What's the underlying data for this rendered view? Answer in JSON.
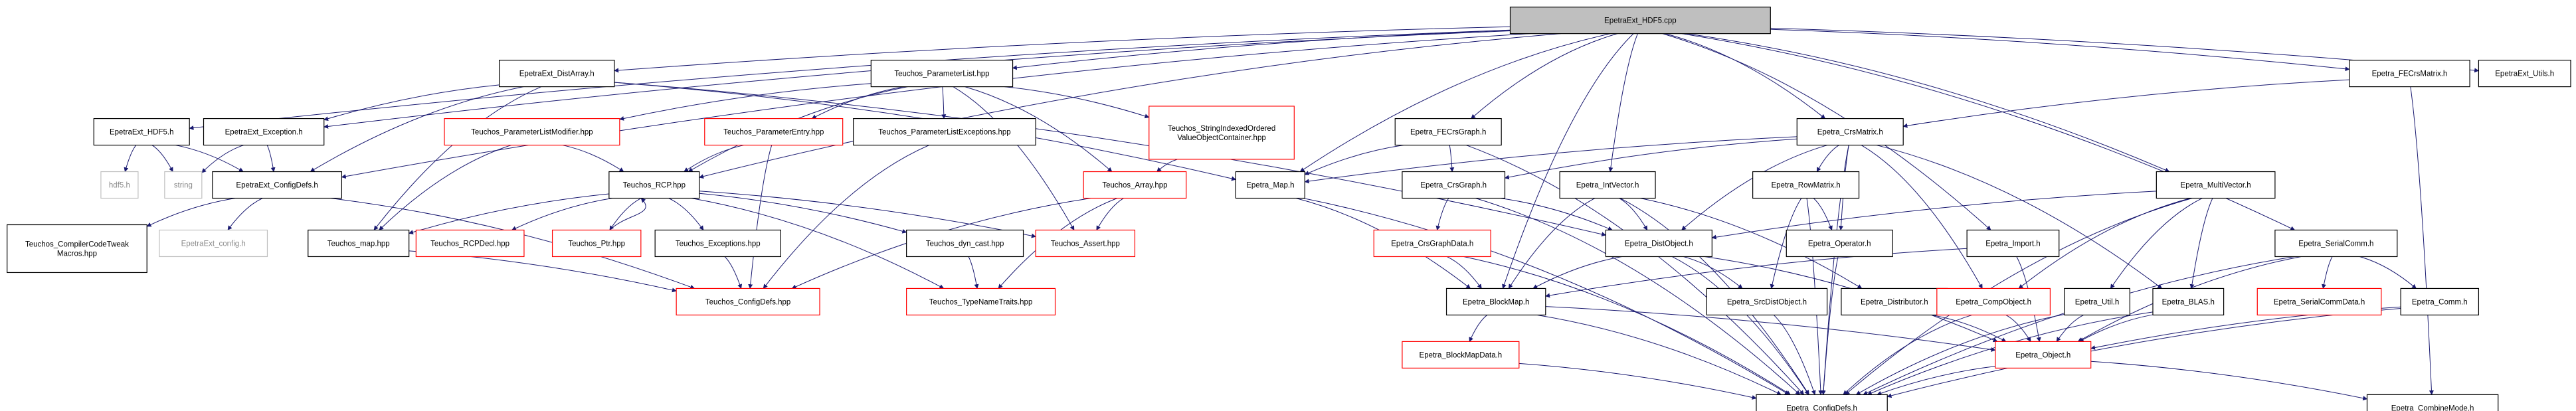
{
  "colors": {
    "edge": "#191970",
    "box_normal": "#000000",
    "box_missing": "#ff0000",
    "box_none": "#bfbfbf",
    "root_fill": "#bfbfbf",
    "text": "#000000",
    "text_none": "#8a8a8a"
  },
  "nodes": {
    "root": {
      "label": "EpetraExt_HDF5.cpp",
      "style": "root"
    },
    "epetraext_distarray": {
      "label": "EpetraExt_DistArray.h",
      "style": "normal"
    },
    "teuchos_parameterlist": {
      "label": "Teuchos_ParameterList.hpp",
      "style": "normal"
    },
    "epetra_fecrsmatrix": {
      "label": "Epetra_FECrsMatrix.h",
      "style": "normal"
    },
    "epetraext_utils": {
      "label": "EpetraExt_Utils.h",
      "style": "normal"
    },
    "epetraext_hdf5_h": {
      "label": "EpetraExt_HDF5.h",
      "style": "normal"
    },
    "epetraext_exception": {
      "label": "EpetraExt_Exception.h",
      "style": "normal"
    },
    "teuchos_plmodifier": {
      "label": "Teuchos_ParameterListModifier.hpp",
      "style": "missing"
    },
    "teuchos_paramentry": {
      "label": "Teuchos_ParameterEntry.hpp",
      "style": "missing"
    },
    "teuchos_plexceptions": {
      "label": "Teuchos_ParameterListExceptions.hpp",
      "style": "normal"
    },
    "teuchos_stringindexed": {
      "label": "Teuchos_StringIndexedOrdered",
      "label2": "ValueObjectContainer.hpp",
      "style": "missing"
    },
    "epetra_fecrsgraph": {
      "label": "Epetra_FECrsGraph.h",
      "style": "normal"
    },
    "epetra_crsmatrix": {
      "label": "Epetra_CrsMatrix.h",
      "style": "normal"
    },
    "hdf5": {
      "label": "hdf5.h",
      "style": "none"
    },
    "string": {
      "label": "string",
      "style": "none"
    },
    "epetraext_configdefs": {
      "label": "EpetraExt_ConfigDefs.h",
      "style": "normal"
    },
    "teuchos_rcp": {
      "label": "Teuchos_RCP.hpp",
      "style": "normal"
    },
    "teuchos_array": {
      "label": "Teuchos_Array.hpp",
      "style": "missing"
    },
    "epetra_map": {
      "label": "Epetra_Map.h",
      "style": "normal"
    },
    "epetra_crsgraph": {
      "label": "Epetra_CrsGraph.h",
      "style": "normal"
    },
    "epetra_intvector": {
      "label": "Epetra_IntVector.h",
      "style": "normal"
    },
    "epetra_rowmatrix": {
      "label": "Epetra_RowMatrix.h",
      "style": "normal"
    },
    "epetra_multivector": {
      "label": "Epetra_MultiVector.h",
      "style": "normal"
    },
    "teuchos_compilercodetweak": {
      "label": "Teuchos_CompilerCodeTweak",
      "label2": "Macros.hpp",
      "style": "normal"
    },
    "epetraext_config": {
      "label": "EpetraExt_config.h",
      "style": "none"
    },
    "teuchos_map": {
      "label": "Teuchos_map.hpp",
      "style": "normal"
    },
    "teuchos_rcpdecl": {
      "label": "Teuchos_RCPDecl.hpp",
      "style": "missing"
    },
    "teuchos_ptr": {
      "label": "Teuchos_Ptr.hpp",
      "style": "missing"
    },
    "teuchos_exceptions": {
      "label": "Teuchos_Exceptions.hpp",
      "style": "normal"
    },
    "teuchos_dyn_cast": {
      "label": "Teuchos_dyn_cast.hpp",
      "style": "normal"
    },
    "teuchos_assert": {
      "label": "Teuchos_Assert.hpp",
      "style": "missing"
    },
    "epetra_crsgraphdata": {
      "label": "Epetra_CrsGraphData.h",
      "style": "missing"
    },
    "epetra_distobject": {
      "label": "Epetra_DistObject.h",
      "style": "normal"
    },
    "epetra_operator": {
      "label": "Epetra_Operator.h",
      "style": "normal"
    },
    "epetra_import": {
      "label": "Epetra_Import.h",
      "style": "normal"
    },
    "epetra_serialcomm": {
      "label": "Epetra_SerialComm.h",
      "style": "normal"
    },
    "teuchos_configdefs": {
      "label": "Teuchos_ConfigDefs.hpp",
      "style": "missing"
    },
    "teuchos_typenametraits": {
      "label": "Teuchos_TypeNameTraits.hpp",
      "style": "missing"
    },
    "epetra_blockmap": {
      "label": "Epetra_BlockMap.h",
      "style": "normal"
    },
    "epetra_srcdistobject": {
      "label": "Epetra_SrcDistObject.h",
      "style": "normal"
    },
    "epetra_distributor": {
      "label": "Epetra_Distributor.h",
      "style": "normal"
    },
    "epetra_compobject": {
      "label": "Epetra_CompObject.h",
      "style": "missing"
    },
    "epetra_util": {
      "label": "Epetra_Util.h",
      "style": "normal"
    },
    "epetra_blas": {
      "label": "Epetra_BLAS.h",
      "style": "normal"
    },
    "epetra_serialcommdata": {
      "label": "Epetra_SerialCommData.h",
      "style": "missing"
    },
    "epetra_comm": {
      "label": "Epetra_Comm.h",
      "style": "normal"
    },
    "epetra_blockmapdata": {
      "label": "Epetra_BlockMapData.h",
      "style": "missing"
    },
    "epetra_object": {
      "label": "Epetra_Object.h",
      "style": "missing"
    },
    "epetra_configdefs": {
      "label": "Epetra_ConfigDefs.h",
      "style": "normal"
    },
    "epetra_combinemode": {
      "label": "Epetra_CombineMode.h",
      "style": "normal"
    }
  },
  "edges": [
    [
      "root",
      "epetraext_distarray"
    ],
    [
      "root",
      "teuchos_parameterlist"
    ],
    [
      "root",
      "epetra_fecrsmatrix"
    ],
    [
      "root",
      "epetraext_utils"
    ],
    [
      "root",
      "epetraext_hdf5_h"
    ],
    [
      "root",
      "epetraext_exception"
    ],
    [
      "root",
      "epetraext_configdefs"
    ],
    [
      "root",
      "teuchos_rcp"
    ],
    [
      "root",
      "epetra_map"
    ],
    [
      "root",
      "epetra_fecrsgraph"
    ],
    [
      "root",
      "epetra_crsmatrix"
    ],
    [
      "root",
      "epetra_intvector"
    ],
    [
      "root",
      "epetra_multivector"
    ],
    [
      "root",
      "epetra_import"
    ],
    [
      "root",
      "epetra_serialcomm"
    ],
    [
      "root",
      "epetra_blockmap"
    ],
    [
      "epetraext_distarray",
      "epetraext_exception"
    ],
    [
      "epetraext_distarray",
      "epetraext_configdefs"
    ],
    [
      "epetraext_distarray",
      "epetra_map"
    ],
    [
      "epetraext_distarray",
      "epetra_distobject"
    ],
    [
      "epetraext_distarray",
      "teuchos_map"
    ],
    [
      "teuchos_parameterlist",
      "teuchos_plmodifier"
    ],
    [
      "teuchos_parameterlist",
      "teuchos_paramentry"
    ],
    [
      "teuchos_parameterlist",
      "teuchos_plexceptions"
    ],
    [
      "teuchos_parameterlist",
      "teuchos_stringindexed"
    ],
    [
      "teuchos_parameterlist",
      "teuchos_rcp"
    ],
    [
      "teuchos_parameterlist",
      "teuchos_assert"
    ],
    [
      "teuchos_parameterlist",
      "teuchos_array"
    ],
    [
      "epetra_fecrsmatrix",
      "epetra_crsmatrix"
    ],
    [
      "epetra_fecrsmatrix",
      "epetra_combinemode"
    ],
    [
      "epetraext_hdf5_h",
      "hdf5"
    ],
    [
      "epetraext_hdf5_h",
      "string"
    ],
    [
      "epetraext_hdf5_h",
      "epetraext_configdefs"
    ],
    [
      "epetraext_exception",
      "string"
    ],
    [
      "epetraext_exception",
      "epetraext_configdefs"
    ],
    [
      "teuchos_plmodifier",
      "teuchos_rcp"
    ],
    [
      "teuchos_plmodifier",
      "teuchos_map"
    ],
    [
      "teuchos_paramentry",
      "teuchos_rcp"
    ],
    [
      "teuchos_paramentry",
      "teuchos_configdefs"
    ],
    [
      "teuchos_plexceptions",
      "teuchos_configdefs"
    ],
    [
      "teuchos_stringindexed",
      "teuchos_array"
    ],
    [
      "epetra_fecrsgraph",
      "epetra_crsgraph"
    ],
    [
      "epetra_fecrsgraph",
      "epetra_map"
    ],
    [
      "epetra_fecrsgraph",
      "epetra_configdefs"
    ],
    [
      "epetra_crsmatrix",
      "epetra_map"
    ],
    [
      "epetra_crsmatrix",
      "epetra_crsgraph"
    ],
    [
      "epetra_crsmatrix",
      "epetra_rowmatrix"
    ],
    [
      "epetra_crsmatrix",
      "epetra_distobject"
    ],
    [
      "epetra_crsmatrix",
      "epetra_operator"
    ],
    [
      "epetra_crsmatrix",
      "epetra_compobject"
    ],
    [
      "epetra_crsmatrix",
      "epetra_blas"
    ],
    [
      "epetra_crsmatrix",
      "epetra_configdefs"
    ],
    [
      "epetraext_configdefs",
      "teuchos_compilercodetweak"
    ],
    [
      "epetraext_configdefs",
      "epetraext_config"
    ],
    [
      "epetraext_configdefs",
      "teuchos_configdefs"
    ],
    [
      "teuchos_rcp",
      "teuchos_map"
    ],
    [
      "teuchos_rcp",
      "teuchos_rcpdecl"
    ],
    [
      "teuchos_rcp",
      "teuchos_ptr"
    ],
    [
      "teuchos_rcp",
      "teuchos_exceptions"
    ],
    [
      "teuchos_rcp",
      "teuchos_dyn_cast"
    ],
    [
      "teuchos_rcp",
      "teuchos_assert"
    ],
    [
      "teuchos_rcp",
      "teuchos_typenametraits"
    ],
    [
      "teuchos_ptr",
      "teuchos_rcp"
    ],
    [
      "teuchos_array",
      "teuchos_assert"
    ],
    [
      "teuchos_array",
      "teuchos_configdefs"
    ],
    [
      "teuchos_array",
      "teuchos_typenametraits"
    ],
    [
      "epetra_map",
      "epetra_blockmap"
    ],
    [
      "epetra_map",
      "epetra_configdefs"
    ],
    [
      "epetra_crsgraph",
      "epetra_crsgraphdata"
    ],
    [
      "epetra_crsgraph",
      "epetra_distobject"
    ],
    [
      "epetra_crsgraph",
      "epetra_configdefs"
    ],
    [
      "epetra_intvector",
      "epetra_distobject"
    ],
    [
      "epetra_intvector",
      "epetra_blockmap"
    ],
    [
      "epetra_intvector",
      "epetra_distributor"
    ],
    [
      "epetra_intvector",
      "epetra_configdefs"
    ],
    [
      "epetra_rowmatrix",
      "epetra_operator"
    ],
    [
      "epetra_rowmatrix",
      "epetra_srcdistobject"
    ],
    [
      "epetra_rowmatrix",
      "epetra_configdefs"
    ],
    [
      "epetra_multivector",
      "epetra_distobject"
    ],
    [
      "epetra_multivector",
      "epetra_compobject"
    ],
    [
      "epetra_multivector",
      "epetra_util"
    ],
    [
      "epetra_multivector",
      "epetra_blas"
    ],
    [
      "epetra_multivector",
      "epetra_configdefs"
    ],
    [
      "teuchos_map",
      "teuchos_configdefs"
    ],
    [
      "teuchos_exceptions",
      "teuchos_configdefs"
    ],
    [
      "teuchos_dyn_cast",
      "teuchos_typenametraits"
    ],
    [
      "epetra_crsgraphdata",
      "epetra_blockmap"
    ],
    [
      "epetra_crsgraphdata",
      "epetra_configdefs"
    ],
    [
      "epetra_distobject",
      "epetra_blockmap"
    ],
    [
      "epetra_distobject",
      "epetra_srcdistobject"
    ],
    [
      "epetra_distobject",
      "epetra_object"
    ],
    [
      "epetra_distobject",
      "epetra_configdefs"
    ],
    [
      "epetra_operator",
      "epetra_configdefs"
    ],
    [
      "epetra_import",
      "epetra_blockmap"
    ],
    [
      "epetra_import",
      "epetra_object"
    ],
    [
      "epetra_serialcomm",
      "epetra_serialcommdata"
    ],
    [
      "epetra_serialcomm",
      "epetra_comm"
    ],
    [
      "epetra_serialcomm",
      "epetra_object"
    ],
    [
      "epetra_serialcomm",
      "epetra_configdefs"
    ],
    [
      "epetra_blockmap",
      "epetra_blockmapdata"
    ],
    [
      "epetra_blockmap",
      "epetra_object"
    ],
    [
      "epetra_blockmap",
      "epetra_configdefs"
    ],
    [
      "epetra_srcdistobject",
      "epetra_configdefs"
    ],
    [
      "epetra_distributor",
      "epetra_object"
    ],
    [
      "epetra_compobject",
      "epetra_object"
    ],
    [
      "epetra_compobject",
      "epetra_configdefs"
    ],
    [
      "epetra_util",
      "epetra_object"
    ],
    [
      "epetra_util",
      "epetra_configdefs"
    ],
    [
      "epetra_blas",
      "epetra_object"
    ],
    [
      "epetra_blas",
      "epetra_configdefs"
    ],
    [
      "epetra_comm",
      "epetra_object"
    ],
    [
      "epetra_comm",
      "epetra_configdefs"
    ],
    [
      "epetra_blockmapdata",
      "epetra_configdefs"
    ],
    [
      "epetra_object",
      "epetra_configdefs"
    ],
    [
      "epetra_object",
      "epetra_combinemode"
    ]
  ]
}
